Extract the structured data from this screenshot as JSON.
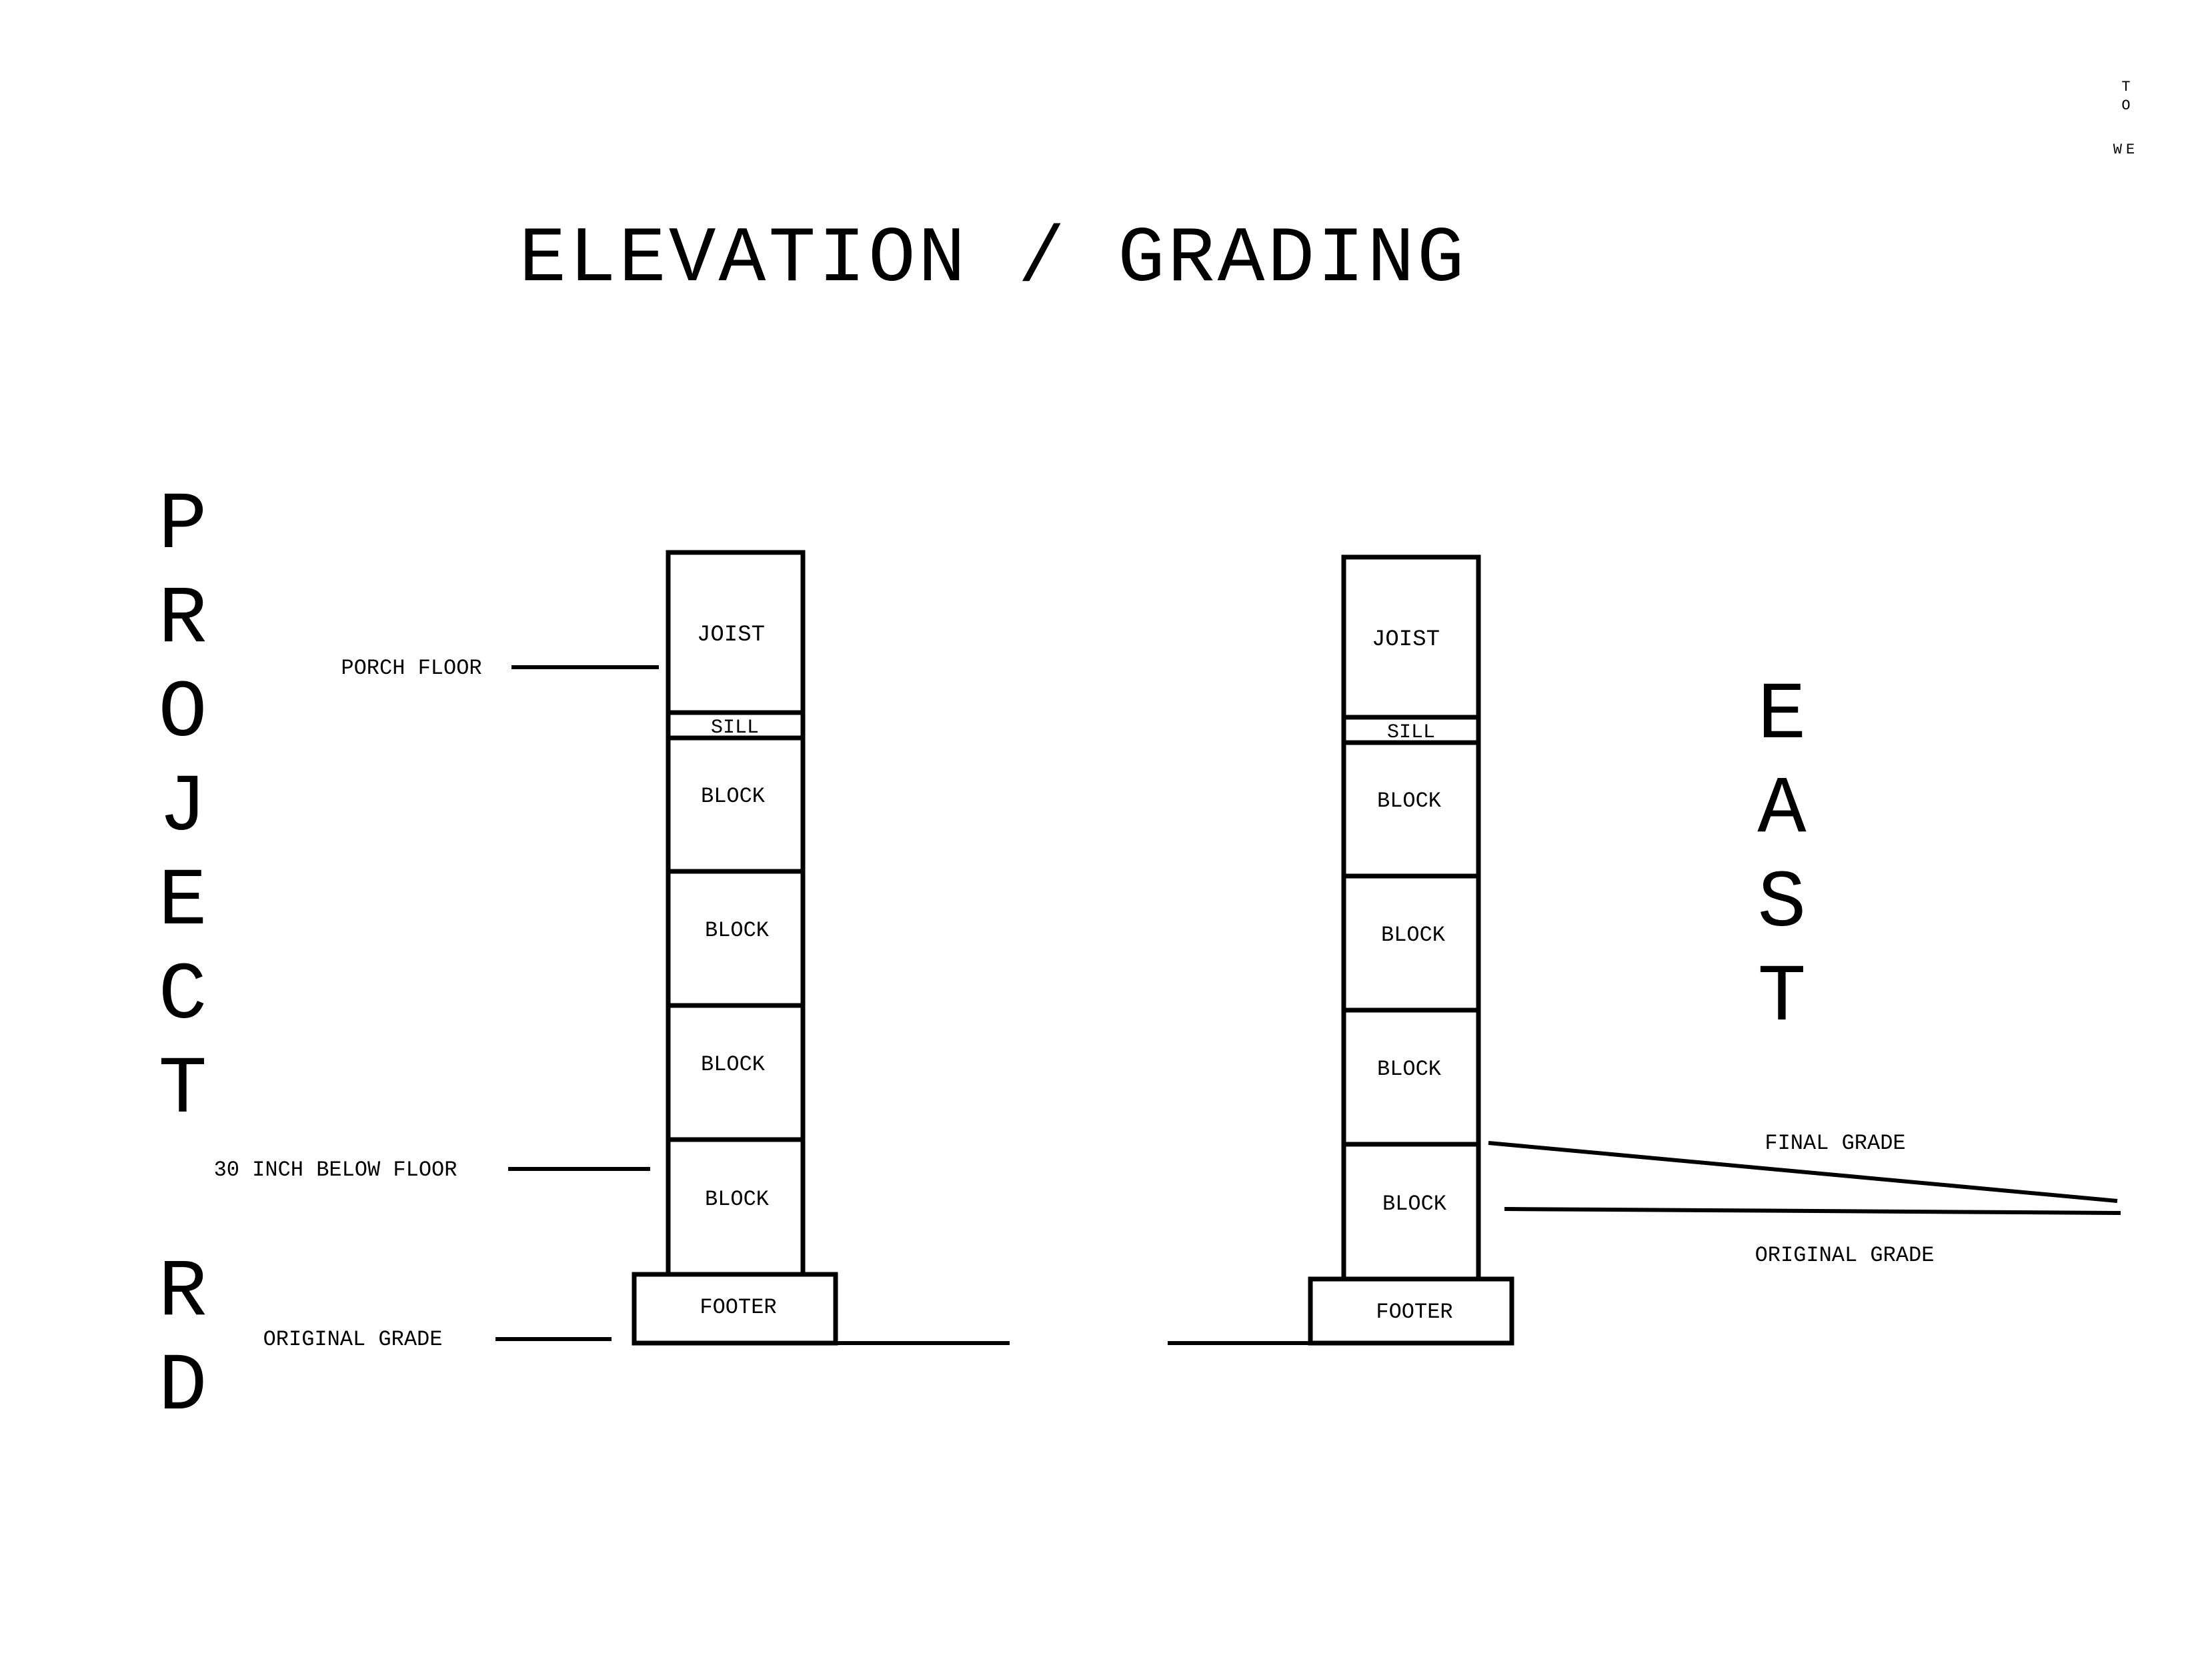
{
  "title": "ELEVATION / GRADING",
  "corner_note": [
    "T",
    "O",
    "WE"
  ],
  "left_side_label": {
    "top": "PROJECT",
    "bottom": "RD"
  },
  "right_side_label": "EAST",
  "left_column": {
    "layers": [
      "JOIST",
      "SILL",
      "BLOCK",
      "BLOCK",
      "BLOCK",
      "BLOCK"
    ],
    "footer": "FOOTER",
    "labels": {
      "porch_floor": "PORCH FLOOR",
      "below_floor": "30 INCH BELOW FLOOR",
      "original_grade": "ORIGINAL GRADE"
    }
  },
  "right_column": {
    "layers": [
      "JOIST",
      "SILL",
      "BLOCK",
      "BLOCK",
      "BLOCK",
      "BLOCK"
    ],
    "footer": "FOOTER",
    "labels": {
      "final_grade": "FINAL GRADE",
      "original_grade": "ORIGINAL GRADE"
    }
  },
  "colors": {
    "ink": "#000000",
    "note": "#2233cc",
    "background": "#ffffff"
  }
}
